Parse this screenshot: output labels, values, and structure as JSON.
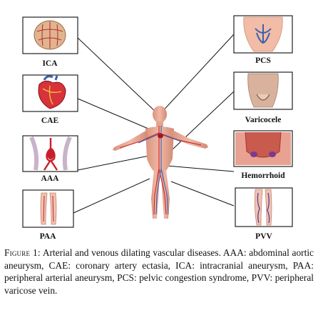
{
  "panels": {
    "ica": "ICA",
    "cae": "CAE",
    "aaa": "AAA",
    "paa": "PAA",
    "pcs": "PCS",
    "varicocele": "Varicocele",
    "hemorrhoid": "Hemorrhoid",
    "pvv": "PVV"
  },
  "caption": {
    "figure_label": "Figure 1:",
    "text": "Arterial and venous dilating vascular diseases. AAA: abdominal aortic aneurysm, CAE: coronary artery ectasia, ICA: intracranial aneurysm, PAA: peripheral arterial aneurysm, PCS: pelvic congestion syndrome, PVV: peripheral varicose vein."
  },
  "colors": {
    "artery": "#c8202a",
    "vein": "#3a5fb0",
    "skin": "#e6a893",
    "skin_dark": "#c98670"
  }
}
